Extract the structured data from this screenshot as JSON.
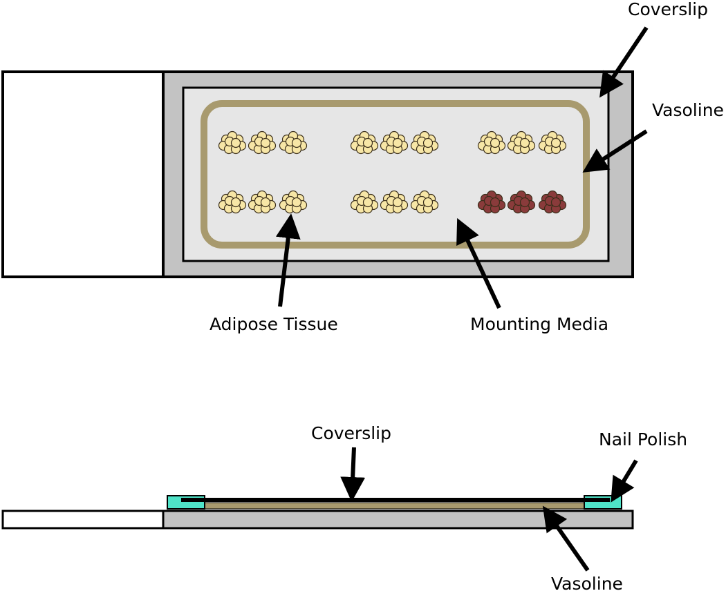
{
  "top_view": {
    "labels": {
      "coverslip": "Coverslip",
      "vasoline": "Vasoline",
      "adipose_tissue": "Adipose Tissue",
      "mounting_media": "Mounting Media"
    },
    "tissue_rows": [
      [
        "light",
        "light",
        "light",
        "light",
        "light",
        "light",
        "light",
        "light",
        "light"
      ],
      [
        "light",
        "light",
        "light",
        "light",
        "light",
        "light",
        "dark",
        "dark",
        "dark"
      ]
    ]
  },
  "side_view": {
    "labels": {
      "coverslip": "Coverslip",
      "nail_polish": "Nail Polish",
      "vasoline": "Vasoline"
    }
  },
  "colors": {
    "slide_gray": "#c3c3c3",
    "media_gray": "#e6e6e6",
    "vasoline_tan": "#a89a6e",
    "tissue_light": "#f7e6a6",
    "tissue_dark": "#8a3b3b",
    "nail_polish": "#4fe3c8"
  }
}
